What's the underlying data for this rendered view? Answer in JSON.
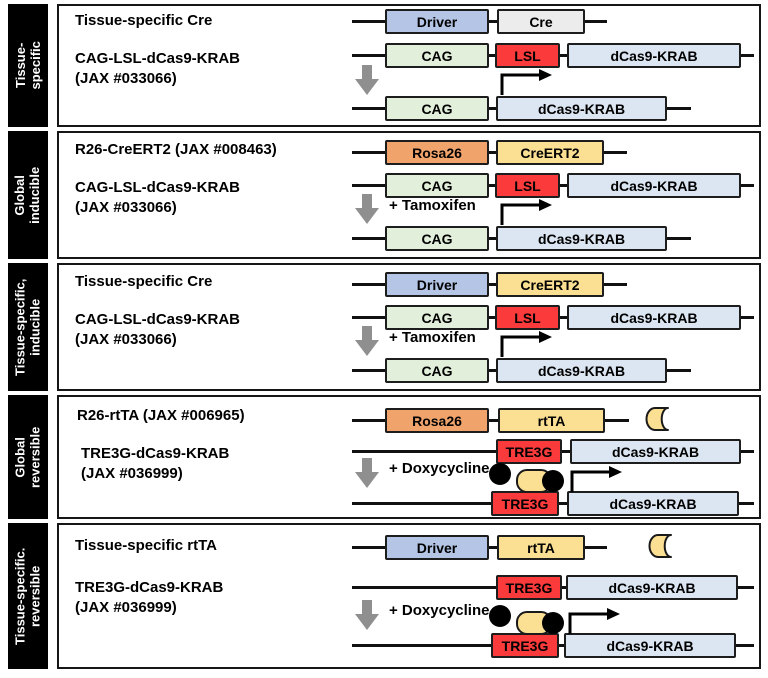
{
  "colors": {
    "driver": "#b4c5e6",
    "cre": "#ececec",
    "cag": "#e2efda",
    "lsl": "#fb3b3b",
    "dcas9": "#dbe6f2",
    "rosa26": "#f0a46c",
    "inducible_yellow": "#fbdf92",
    "arrow_gray": "#8f8f8f",
    "line_black": "#111111",
    "sidebar_bg": "#000000",
    "sidebar_text": "#ffffff"
  },
  "genes": {
    "driver": "Driver",
    "cre": "Cre",
    "cag": "CAG",
    "lsl": "LSL",
    "dcas9_krab": "dCas9-KRAB",
    "rosa26": "Rosa26",
    "creert2": "CreERT2",
    "rtta": "rtTA",
    "tre3g": "TRE3G"
  },
  "inducers": {
    "tamoxifen": "+ Tamoxifen",
    "doxycycline": "+ Doxycycline"
  },
  "panels": [
    {
      "sidebar_line1": "Tissue-",
      "sidebar_line2": "specific",
      "title1": "Tissue-specific Cre",
      "title2": "CAG-LSL-dCas9-KRAB",
      "title3": "(JAX #033066)"
    },
    {
      "sidebar_line1": "Global",
      "sidebar_line2": "inducible",
      "title1": "R26-CreERT2 (JAX #008463)",
      "title2": "CAG-LSL-dCas9-KRAB",
      "title3": "(JAX #033066)"
    },
    {
      "sidebar_line1": "Tissue-specific,",
      "sidebar_line2": "inducible",
      "title1": "Tissue-specific Cre",
      "title2": "CAG-LSL-dCas9-KRAB",
      "title3": "(JAX #033066)"
    },
    {
      "sidebar_line1": "Global",
      "sidebar_line2": "reversible",
      "title1": "R26-rtTA (JAX #006965)",
      "title2": "TRE3G-dCas9-KRAB",
      "title3": "(JAX #036999)"
    },
    {
      "sidebar_line1": "Tissue-specific.",
      "sidebar_line2": "reversible",
      "title1": "Tissue-specific rtTA",
      "title2": "TRE3G-dCas9-KRAB",
      "title3": "(JAX #036999)"
    }
  ]
}
